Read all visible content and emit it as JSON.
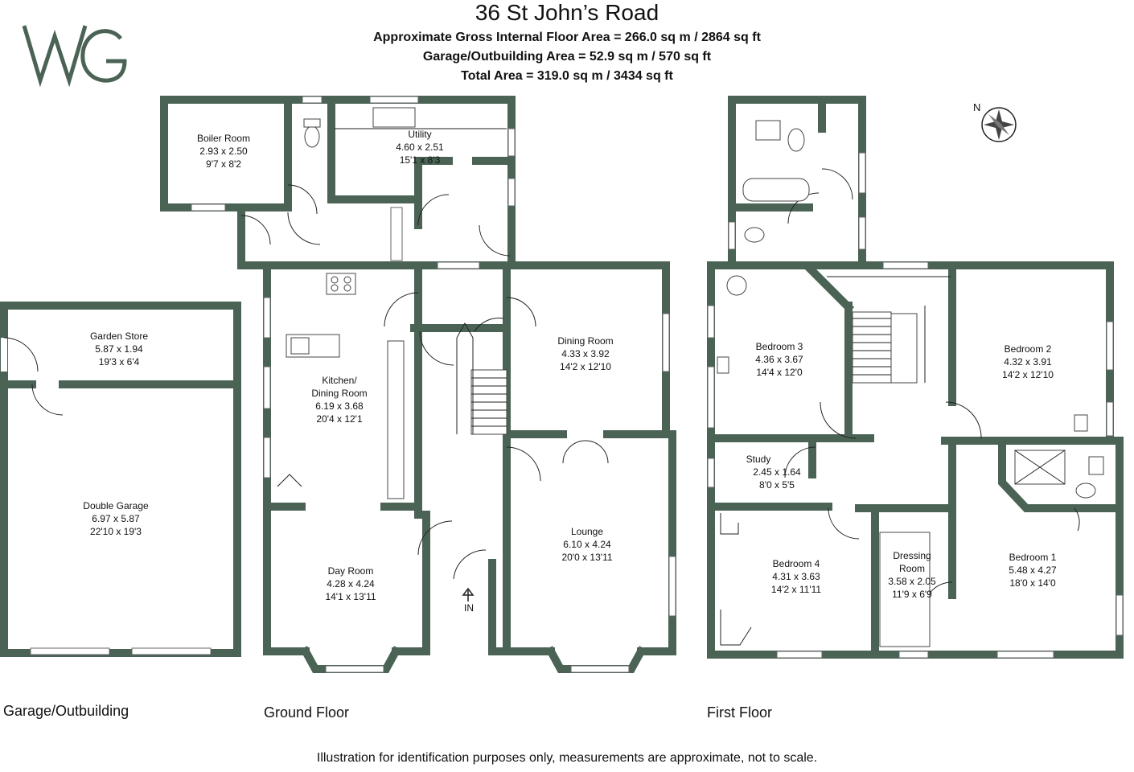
{
  "header": {
    "title": "36 St John’s Road",
    "area_lines": [
      "Approximate Gross Internal Floor Area = 266.0 sq m / 2864 sq ft",
      "Garage/Outbuilding Area = 52.9 sq m / 570 sq ft",
      "Total Area = 319.0 sq m / 3434 sq ft"
    ]
  },
  "logo": {
    "text": "WG",
    "color": "#4a6355"
  },
  "compass": {
    "label": "N",
    "icon": "compass-rose-icon"
  },
  "colors": {
    "wall": "#4a6355",
    "floor": "#ffffff",
    "fixture_line": "#444444"
  },
  "floors": {
    "garage": "Garage/Outbuilding",
    "ground": "Ground Floor",
    "first": "First Floor"
  },
  "rooms": {
    "boiler": {
      "name": "Boiler Room",
      "metric": "2.93 x 2.50",
      "imperial": "9'7 x 8'2"
    },
    "utility": {
      "name": "Utility",
      "metric": "4.60 x 2.51",
      "imperial": "15'1 x 8'3"
    },
    "garden_store": {
      "name": "Garden Store",
      "metric": "5.87 x 1.94",
      "imperial": "19'3 x 6'4"
    },
    "garage": {
      "name": "Double Garage",
      "metric": "6.97 x 5.87",
      "imperial": "22'10 x 19'3"
    },
    "kitchen": {
      "name1": "Kitchen/",
      "name2": "Dining Room",
      "metric": "6.19 x 3.68",
      "imperial": "20'4 x 12'1"
    },
    "dining": {
      "name": "Dining Room",
      "metric": "4.33 x 3.92",
      "imperial": "14'2 x 12'10"
    },
    "day": {
      "name": "Day Room",
      "metric": "4.28 x 4.24",
      "imperial": "14'1 x 13'11"
    },
    "lounge": {
      "name": "Lounge",
      "metric": "6.10 x 4.24",
      "imperial": "20'0 x 13'11"
    },
    "bed3": {
      "name": "Bedroom 3",
      "metric": "4.36 x 3.67",
      "imperial": "14'4 x 12'0"
    },
    "bed2": {
      "name": "Bedroom 2",
      "metric": "4.32 x 3.91",
      "imperial": "14'2 x 12'10"
    },
    "study": {
      "name": "Study",
      "metric": "2.45 x 1.64",
      "imperial": "8'0 x 5'5"
    },
    "bed4": {
      "name": "Bedroom 4",
      "metric": "4.31 x 3.63",
      "imperial": "14'2 x 11'11"
    },
    "dressing": {
      "name1": "Dressing",
      "name2": "Room",
      "metric": "3.58 x 2.05",
      "imperial": "11'9 x 6'9"
    },
    "bed1": {
      "name": "Bedroom 1",
      "metric": "5.48 x 4.27",
      "imperial": "18'0 x 14'0"
    }
  },
  "entrance": {
    "label": "IN"
  },
  "disclaimer": "Illustration for identification purposes only, measurements are approximate, not to scale."
}
